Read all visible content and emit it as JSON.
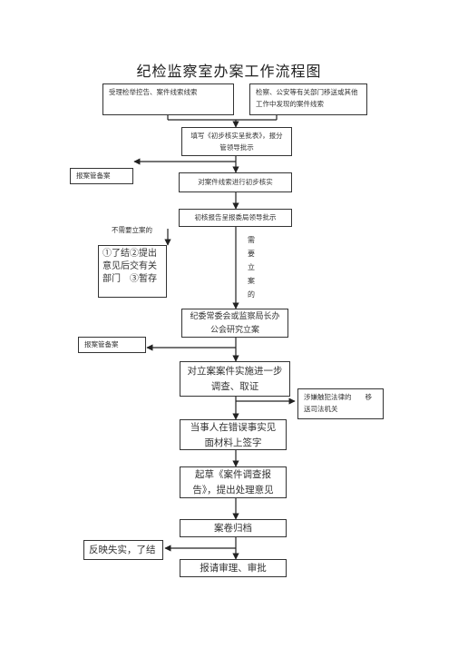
{
  "title": "纪检监察室办案工作流程图",
  "nodes": {
    "source_left": "受理检举控告、案件线索线索",
    "source_right": "检察、公安等有关部门移送或其他工作中发现的案件线索",
    "fill_form": "填写《初步核实呈批表》，报分管领导批示",
    "report_record_1": "报案管备案",
    "preliminary_verify": "对案件线索进行初步核实",
    "report_committee": "初核报告呈报委局领导批示",
    "no_case_label": "不需要立案的",
    "no_case_options": "①了结②提出意见后交有关部门　③暂存",
    "need_case_chars": [
      "需",
      "要",
      "立",
      "案",
      "的"
    ],
    "committee_meeting": "纪委常委会或监察局长办公会研究立案",
    "report_record_2": "报案管备案",
    "investigate": "对立案案件实施进一步调查、取证",
    "transfer_judicial": "涉嫌触犯法律的　　移送司法机关",
    "sign_materials": "当事人在错误事实见面材料上签字",
    "draft_report": "起草《案件调查报告》，提出处理意见",
    "archive": "案卷归档",
    "false_report": "反映失实，了结",
    "review_approve": "报请审理、审批"
  }
}
